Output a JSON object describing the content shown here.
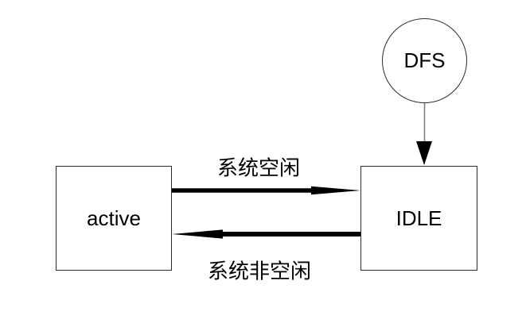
{
  "diagram": {
    "title": "state transition diagram",
    "nodes": {
      "dfs": {
        "label": "DFS",
        "shape": "circle"
      },
      "active": {
        "label": "active",
        "shape": "rectangle"
      },
      "idle": {
        "label": "IDLE",
        "shape": "rectangle"
      }
    },
    "edges": [
      {
        "from": "active",
        "to": "idle",
        "label": "系统空闲",
        "style": "thick-black-arrow-right"
      },
      {
        "from": "idle",
        "to": "active",
        "label": "系统非空闲",
        "style": "thick-black-arrow-left"
      },
      {
        "from": "dfs",
        "to": "idle",
        "label": "",
        "style": "thin-gray-arrow-down"
      }
    ],
    "colors": {
      "background": "#ffffff",
      "node_border": "#2b2b2b",
      "arrow_black": "#000000",
      "connector_gray": "#808080",
      "text": "#000000"
    }
  }
}
